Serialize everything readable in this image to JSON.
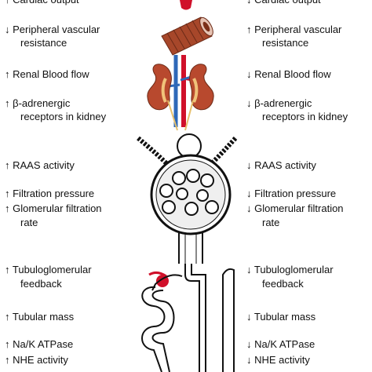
{
  "rows": [
    {
      "name": "cardiac-output",
      "left": "↑ Cardiac output",
      "right": "↓ Cardiac output"
    },
    {
      "name": "peripheral-vascular-resistance",
      "left_1": "↓ Peripheral vascular",
      "left_2": "resistance",
      "right_1": "↑ Peripheral vascular",
      "right_2": "resistance"
    },
    {
      "name": "renal-blood-flow",
      "left": "↑ Renal Blood flow",
      "right": "↓ Renal Blood flow"
    },
    {
      "name": "beta-adrenergic",
      "left_1": "↑ β-adrenergic",
      "left_2": "receptors in kidney",
      "right_1": "↓ β-adrenergic",
      "right_2": "receptors in kidney"
    },
    {
      "name": "raas-activity",
      "left": "↑ RAAS activity",
      "right": "↓ RAAS activity"
    },
    {
      "name": "filtration-pressure",
      "left": "↑ Filtration pressure",
      "right": "↓ Filtration pressure"
    },
    {
      "name": "gfr",
      "left_1": "↑ Glomerular filtration",
      "left_2": "rate",
      "right_1": "↓ Glomerular filtration",
      "right_2": "rate"
    },
    {
      "name": "tubuloglomerular-feedback",
      "left_1": "↑ Tubuloglomerular",
      "left_2": "feedback",
      "right_1": "↓ Tubuloglomerular",
      "right_2": "feedback"
    },
    {
      "name": "tubular-mass",
      "left": "↑ Tubular mass",
      "right": "↓ Tubular mass"
    },
    {
      "name": "na-k-atpase",
      "left": "↑ Na/K ATPase",
      "right": "↓ Na/K ATPase"
    },
    {
      "name": "nhe-activity",
      "left": "↑ NHE activity",
      "right": "↓ NHE activity"
    }
  ],
  "colors": {
    "red": "#d0102a",
    "blue": "#2e68b8",
    "kidney": "#b8492e",
    "vessel": "#a7472a"
  }
}
